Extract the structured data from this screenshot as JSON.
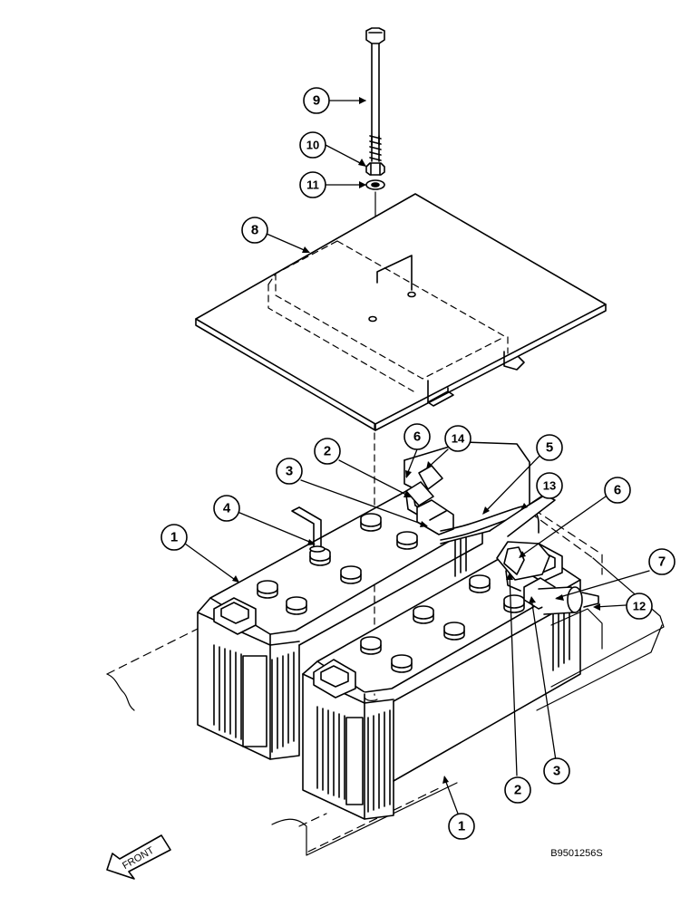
{
  "diagram": {
    "callouts": [
      {
        "id": "c9",
        "label": "9"
      },
      {
        "id": "c10",
        "label": "10"
      },
      {
        "id": "c11",
        "label": "11"
      },
      {
        "id": "c8",
        "label": "8"
      },
      {
        "id": "c6a",
        "label": "6"
      },
      {
        "id": "c14",
        "label": "14"
      },
      {
        "id": "c2a",
        "label": "2"
      },
      {
        "id": "c5",
        "label": "5"
      },
      {
        "id": "c3a",
        "label": "3"
      },
      {
        "id": "c13",
        "label": "13"
      },
      {
        "id": "c6b",
        "label": "6"
      },
      {
        "id": "c4",
        "label": "4"
      },
      {
        "id": "c1a",
        "label": "1"
      },
      {
        "id": "c7",
        "label": "7"
      },
      {
        "id": "c12",
        "label": "12"
      },
      {
        "id": "c2b",
        "label": "2"
      },
      {
        "id": "c3b",
        "label": "3"
      },
      {
        "id": "c1b",
        "label": "1"
      }
    ],
    "front_label": "FRONT",
    "figure_code": "B9501256S"
  }
}
